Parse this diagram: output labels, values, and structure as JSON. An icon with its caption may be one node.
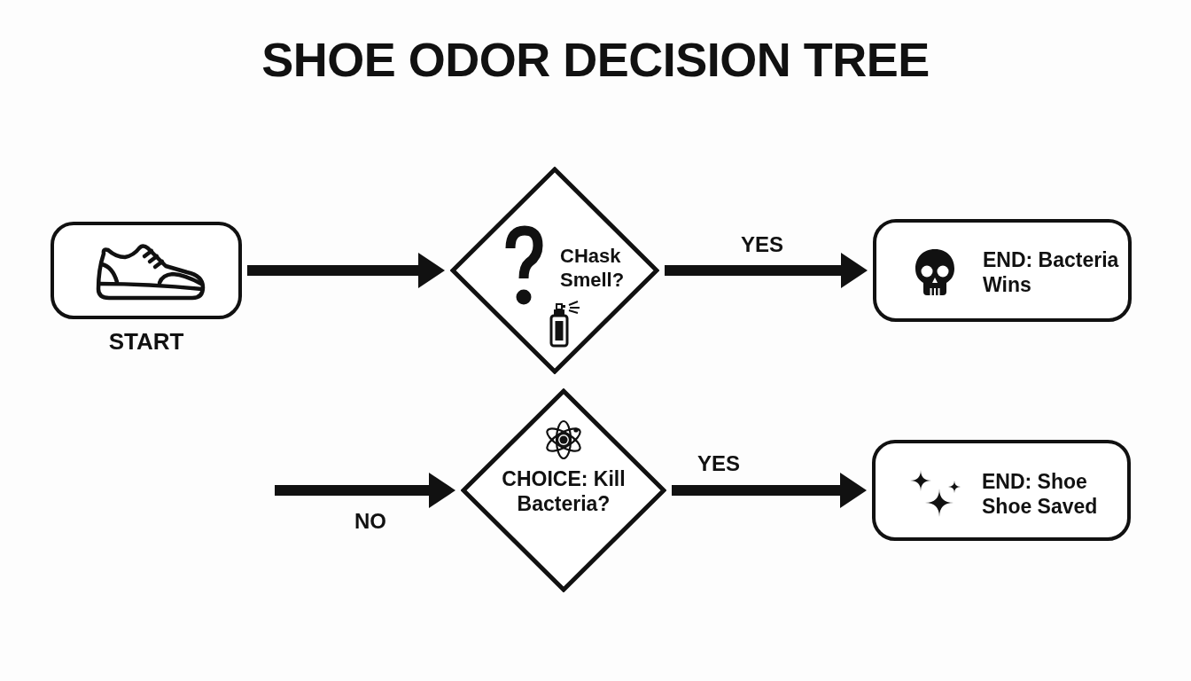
{
  "diagram": {
    "title": "SHOE ODOR DECISION TREE",
    "nodes": [
      {
        "text": [
          "START"
        ]
      },
      {
        "text": [
          "CHask Smell?"
        ]
      },
      {
        "text": [
          "END: Bacteria Wins"
        ]
      },
      {
        "text": [
          "CHOICE: Kill Bacteria?"
        ]
      },
      {
        "text": [
          "END: Shoe Shoe Saved"
        ]
      }
    ],
    "edges": [
      {
        "from": 0,
        "to": 1,
        "arrow": "to"
      },
      {
        "from": 1,
        "to": 2,
        "arrow": "to",
        "label": "YES"
      },
      {
        "from": null,
        "to": 3,
        "arrow": "to",
        "label": "NO"
      },
      {
        "from": 3,
        "to": 4,
        "arrow": "to",
        "label": "YES"
      }
    ]
  }
}
